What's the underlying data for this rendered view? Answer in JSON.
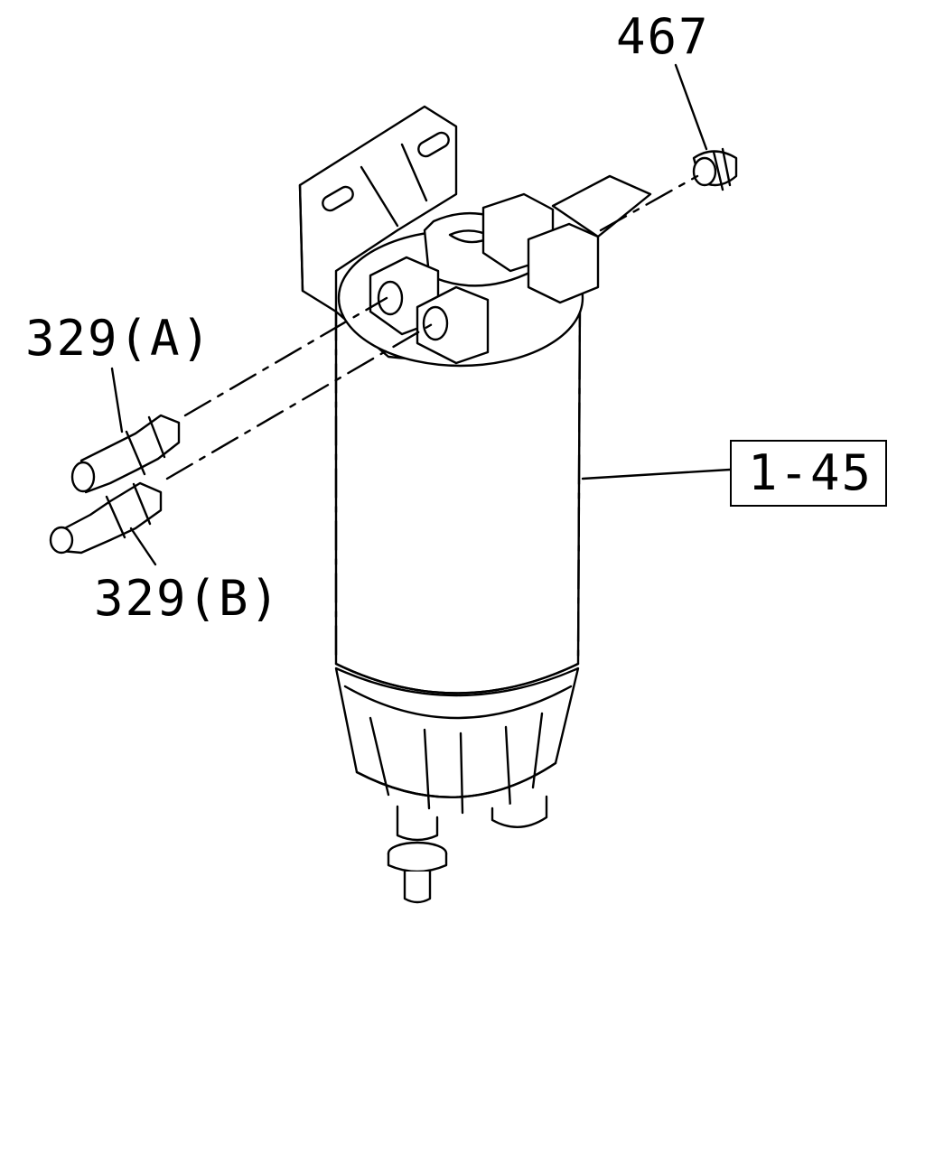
{
  "callouts": {
    "part_467": "467",
    "part_329a": "329(A)",
    "part_329b": "329(B)",
    "part_1_45": "1-45"
  }
}
